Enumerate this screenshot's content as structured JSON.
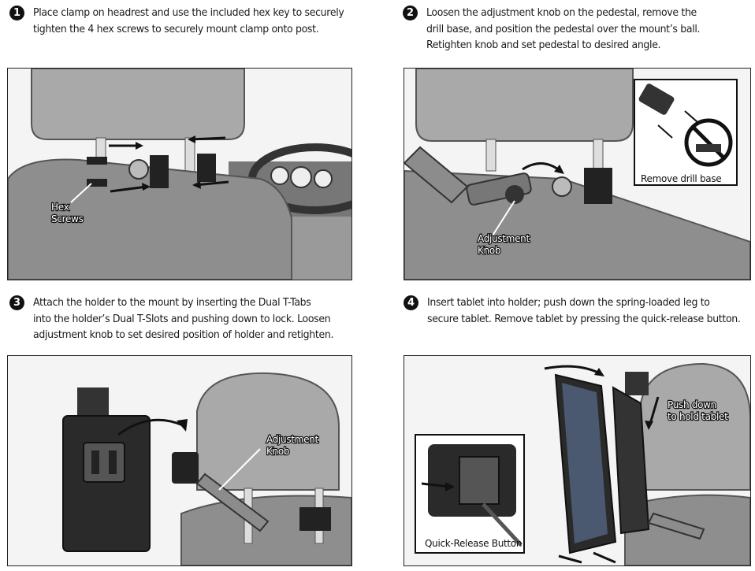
{
  "steps": [
    {
      "number": "1",
      "lines": [
        "Place clamp on headrest and use the included hex key to securely",
        "tighten the 4 hex screws to securely mount clamp onto post."
      ],
      "labels": {
        "hex_line1": "Hex",
        "hex_line2": "Screws"
      }
    },
    {
      "number": "2",
      "lines": [
        "Loosen the adjustment knob on the pedestal, remove the",
        "drill base, and position the pedestal over the mount’s ball.",
        "Retighten knob and set pedestal to desired angle."
      ],
      "labels": {
        "knob_line1": "Adjustment",
        "knob_line2": "Knob",
        "inset": "Remove drill base"
      }
    },
    {
      "number": "3",
      "lines": [
        "Attach the holder to the mount by inserting the Dual T-Tabs",
        "into the holder’s Dual T-Slots and pushing down to lock. Loosen",
        "adjustment knob to set desired position of holder and retighten."
      ],
      "labels": {
        "knob_line1": "Adjustment",
        "knob_line2": "Knob"
      }
    },
    {
      "number": "4",
      "lines": [
        "Insert tablet into holder; push down the spring-loaded leg to",
        "secure tablet. Remove tablet by pressing the quick-release button."
      ],
      "labels": {
        "push_line1": "Push down",
        "push_line2": "to hold tablet",
        "inset": "Quick-Release Button"
      }
    }
  ]
}
